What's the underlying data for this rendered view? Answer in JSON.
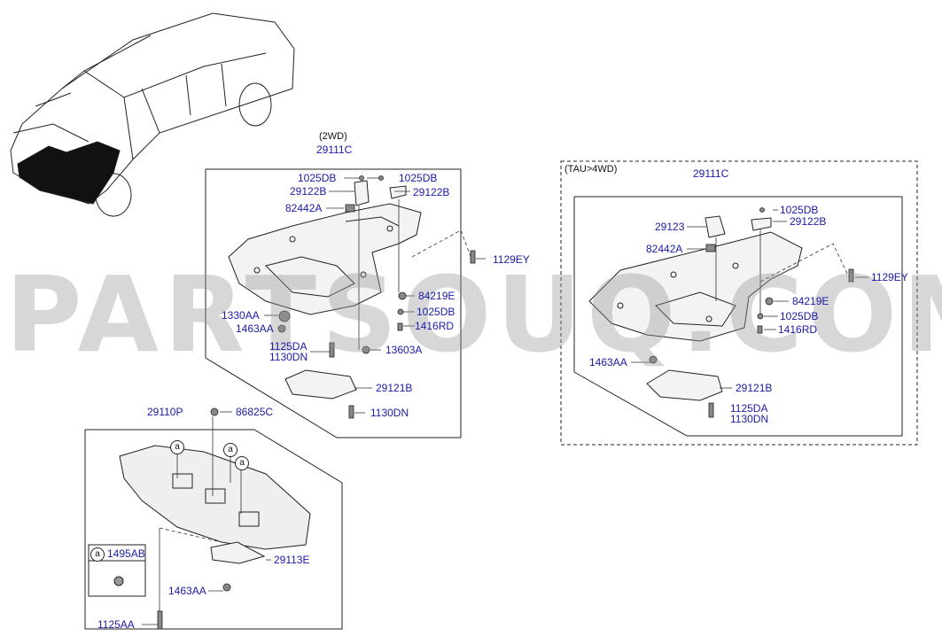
{
  "headers": {
    "wd2": "(2WD)",
    "tau4wd": "(TAU>4WD)"
  },
  "watermark": "PARTSOUQ.COM",
  "callout": "a",
  "labels": {
    "g2_29111C": "29111C",
    "g2_1025DB_l": "1025DB",
    "g2_1025DB_r": "1025DB",
    "g2_29122B_l": "29122B",
    "g2_29122B_r": "29122B",
    "g2_82442A": "82442A",
    "g2_1129EY": "1129EY",
    "g2_84219E": "84219E",
    "g2_1330AA": "1330AA",
    "g2_1025DB_m": "1025DB",
    "g2_1463AA": "1463AA",
    "g2_1416RD": "1416RD",
    "g2_1125DA": "1125DA",
    "g2_1130DN_a": "1130DN",
    "g2_13603A": "13603A",
    "g2_29121B": "29121B",
    "g2_1130DN_b": "1130DN",
    "g4_29111C": "29111C",
    "g4_1025DB": "1025DB",
    "g4_29123": "29123",
    "g4_29122B": "29122B",
    "g4_82442A": "82442A",
    "g4_1129EY": "1129EY",
    "g4_84219E": "84219E",
    "g4_1025DB_m": "1025DB",
    "g4_1416RD": "1416RD",
    "g4_1463AA": "1463AA",
    "g4_29121B": "29121B",
    "g4_1125DA": "1125DA",
    "g4_1130DN": "1130DN",
    "f_29110P": "29110P",
    "f_86825C": "86825C",
    "f_1495AB": "1495AB",
    "f_29113E": "29113E",
    "f_1463AA": "1463AA",
    "f_1125AA": "1125AA"
  }
}
